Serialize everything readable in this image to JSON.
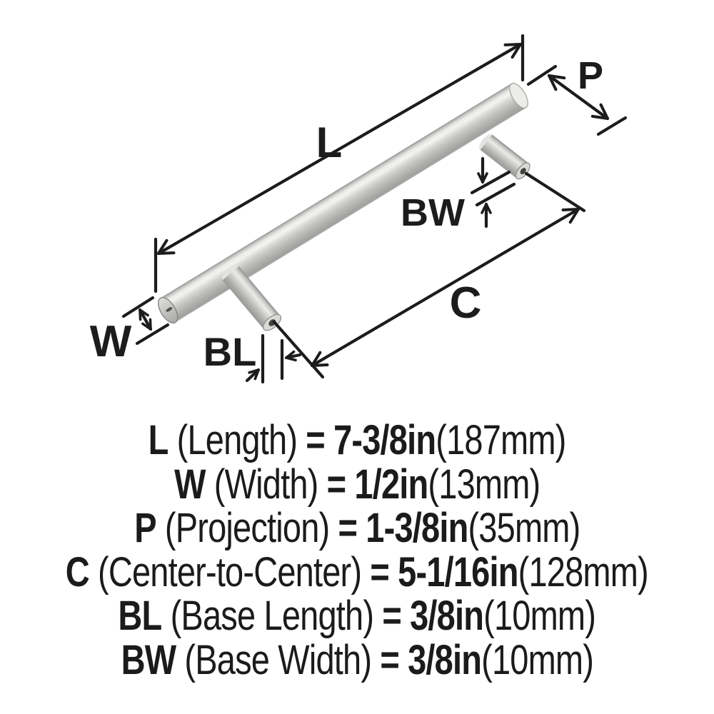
{
  "diagram": {
    "labels": {
      "length": "L",
      "projection": "P",
      "base_width": "BW",
      "center_to_center": "C",
      "width": "W",
      "base_length": "BL"
    },
    "colors": {
      "line": "#1c1c1c",
      "metal_highlight": "#f3f3f1",
      "metal_mid": "#c2c2c0",
      "metal_dark": "#90908e",
      "background": "#ffffff"
    }
  },
  "spec_table": {
    "rows": [
      {
        "symbol": "L",
        "name": "(Length)",
        "equals": "=",
        "value": "7-3/8in",
        "metric": "(187mm)"
      },
      {
        "symbol": "W",
        "name": "(Width)",
        "equals": "=",
        "value": "1/2in",
        "metric": "(13mm)"
      },
      {
        "symbol": "P",
        "name": "(Projection)",
        "equals": "=",
        "value": "1-3/8in",
        "metric": "(35mm)"
      },
      {
        "symbol": "C",
        "name": "(Center-to-Center)",
        "equals": "=",
        "value": "5-1/16in",
        "metric": "(128mm)"
      },
      {
        "symbol": "BL",
        "name": "(Base Length)",
        "equals": "=",
        "value": "3/8in",
        "metric": "(10mm)"
      },
      {
        "symbol": "BW",
        "name": "(Base Width)",
        "equals": "=",
        "value": "3/8in",
        "metric": "(10mm)"
      }
    ]
  }
}
